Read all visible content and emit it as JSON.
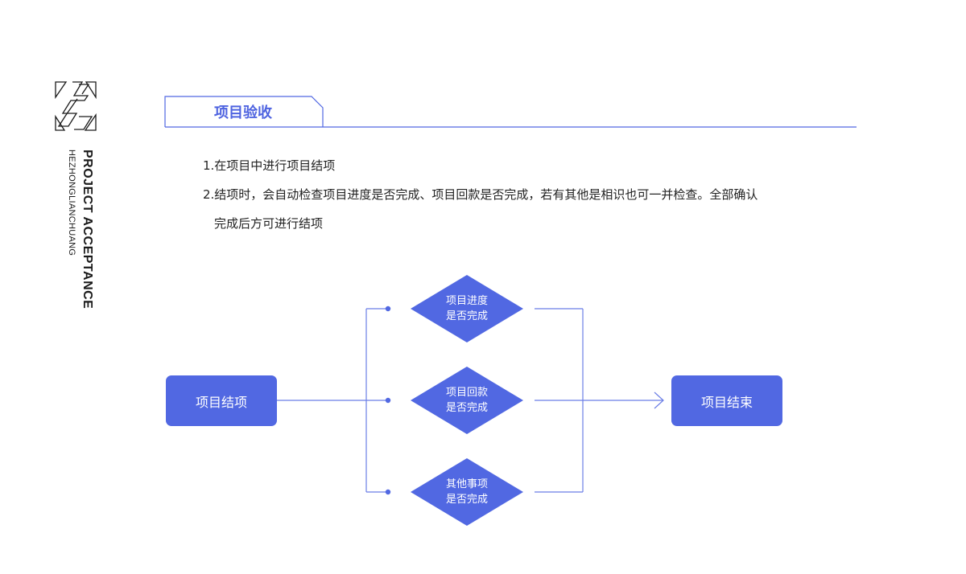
{
  "brand": {
    "title_en": "PROJECT ACCEPTANCE",
    "subtitle_en": "HEZHONGLIANCHUANG"
  },
  "section": {
    "title": "项目验收"
  },
  "description": {
    "line1": "1.在项目中进行项目结项",
    "line2": "2.结项时，会自动检查项目进度是否完成、项目回款是否完成，若有其他是相识也可一并检查。全部确认",
    "line3": "完成后方可进行结项"
  },
  "flow": {
    "start": "项目结项",
    "end": "项目结束",
    "checks": [
      {
        "line1": "项目进度",
        "line2": "是否完成"
      },
      {
        "line1": "项目回款",
        "line2": "是否完成"
      },
      {
        "line1": "其他事项",
        "line2": "是否完成"
      }
    ]
  },
  "colors": {
    "accent": "#5168e2",
    "line": "#6b7ee6",
    "text": "#222222"
  }
}
